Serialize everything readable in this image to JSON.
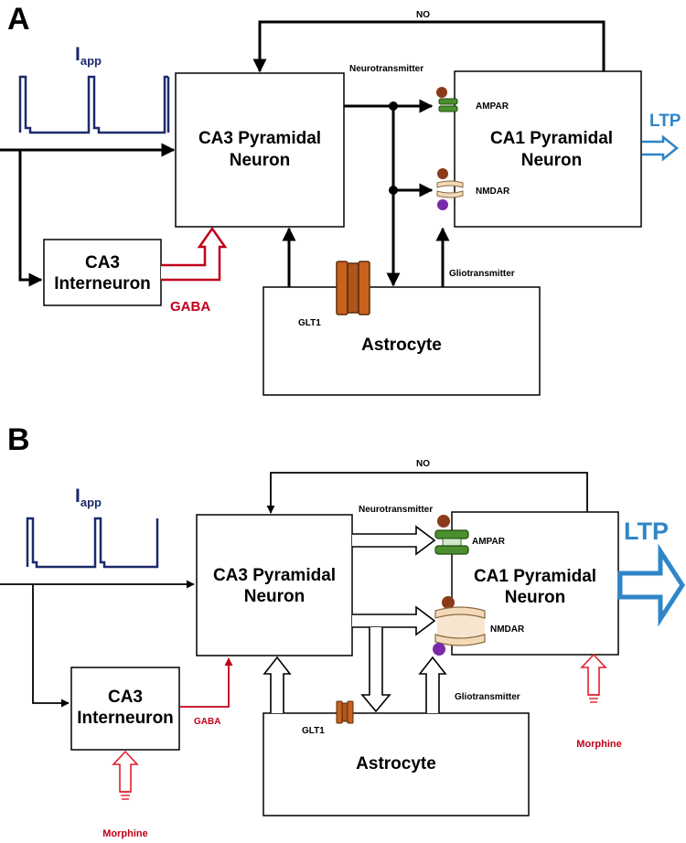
{
  "panels": [
    {
      "letter": "A",
      "iapp": "I",
      "iapp_sub": "app",
      "no": "NO",
      "neurotransmitter": "Neurotransmitter",
      "gliotransmitter": "Gliotransmitter",
      "ca3_pyramidal": [
        "CA3 Pyramidal",
        "Neuron"
      ],
      "ca1_pyramidal": [
        "CA1 Pyramidal",
        "Neuron"
      ],
      "ca3_interneuron": [
        "CA3",
        "Interneuron"
      ],
      "astrocyte": "Astrocyte",
      "ampar": "AMPAR",
      "nmdar": "NMDAR",
      "glt1": "GLT1",
      "gaba": "GABA",
      "ltp": "LTP"
    },
    {
      "letter": "B",
      "iapp": "I",
      "iapp_sub": "app",
      "no": "NO",
      "neurotransmitter": "Neurotransmitter",
      "gliotransmitter": "Gliotransmitter",
      "ca3_pyramidal": [
        "CA3 Pyramidal",
        "Neuron"
      ],
      "ca1_pyramidal": [
        "CA1 Pyramidal",
        "Neuron"
      ],
      "ca3_interneuron": [
        "CA3",
        "Interneuron"
      ],
      "astrocyte": "Astrocyte",
      "ampar": "AMPAR",
      "nmdar": "NMDAR",
      "glt1": "GLT1",
      "gaba": "GABA",
      "ltp": "LTP",
      "morphine_interneuron": "Morphine",
      "morphine_ca1": "Morphine"
    }
  ],
  "colors": {
    "iapp": "#1c2a6b",
    "ltp": "#2f86c8",
    "gaba": "#c0001a",
    "morphine": "#e0202a",
    "glt1": "#c8621e",
    "ampar": "#3f7f2a",
    "nmdar": "#f3d9b8",
    "glutamate_dot": "#8b3a1a",
    "glycine_dot": "#7a2aa8"
  }
}
